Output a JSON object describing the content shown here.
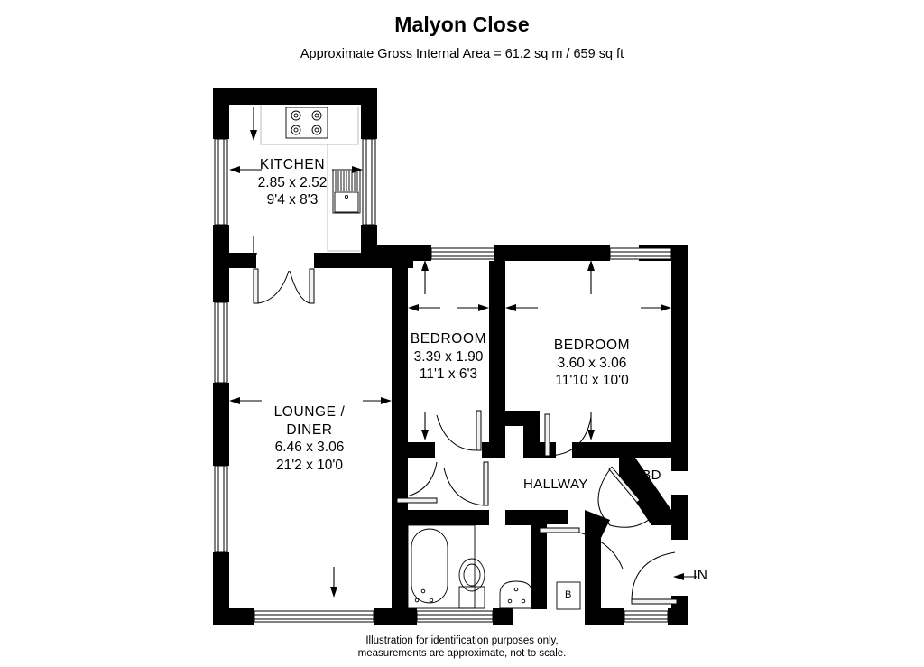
{
  "header": {
    "title": "Malyon Close",
    "subtitle": "Approximate Gross Internal Area =  61.2 sq m / 659 sq ft"
  },
  "footer": {
    "line1": "Illustration for identification purposes only,",
    "line2": "measurements are approximate, not to scale."
  },
  "rooms": [
    {
      "key": "kitchen",
      "name": "KITCHEN",
      "metric": "2.85 x 2.52",
      "imperial": "9'4 x 8'3"
    },
    {
      "key": "bedroom_1",
      "name": "BEDROOM",
      "metric": "3.39 x 1.90",
      "imperial": "11'1 x 6'3"
    },
    {
      "key": "bedroom_2",
      "name": "BEDROOM",
      "metric": "3.60 x 3.06",
      "imperial": "11'10 x 10'0"
    },
    {
      "key": "lounge_diner",
      "name_line1": "LOUNGE /",
      "name_line2": "DINER",
      "metric": "6.46 x 3.06",
      "imperial": "21'2 x 10'0"
    }
  ],
  "labels": {
    "hallway": "HALLWAY",
    "cupboard": "CBD",
    "boiler": "B",
    "entrance": "IN"
  },
  "colors": {
    "wall": "#000000",
    "background": "#ffffff",
    "counter_outline": "#c8c8c8",
    "text": "#000000"
  }
}
